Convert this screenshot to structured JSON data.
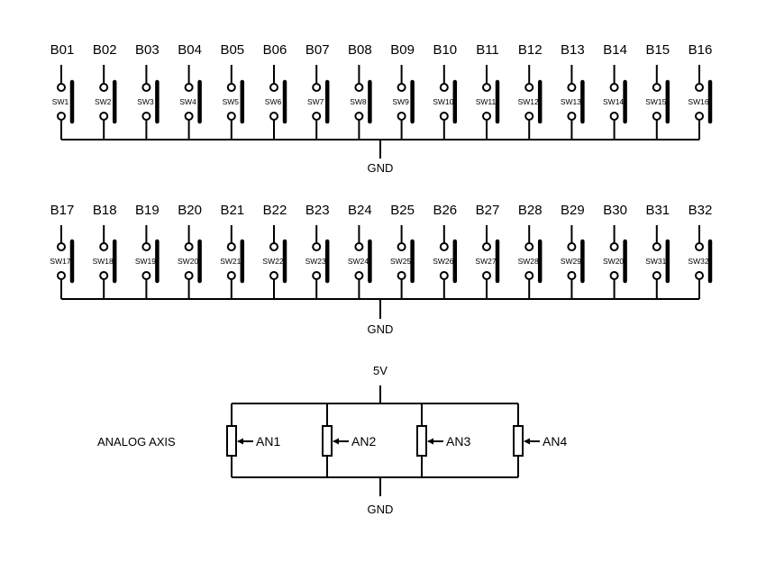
{
  "diagram": {
    "rows": [
      {
        "buttons": [
          "B01",
          "B02",
          "B03",
          "B04",
          "B05",
          "B06",
          "B07",
          "B08",
          "B09",
          "B10",
          "B11",
          "B12",
          "B13",
          "B14",
          "B15",
          "B16"
        ],
        "switches": [
          "SW1",
          "SW2",
          "SW3",
          "SW4",
          "SW5",
          "SW6",
          "SW7",
          "SW8",
          "SW9",
          "SW10",
          "SW11",
          "SW12",
          "SW13",
          "SW14",
          "SW15",
          "SW16"
        ],
        "ground_label": "GND"
      },
      {
        "buttons": [
          "B17",
          "B18",
          "B19",
          "B20",
          "B21",
          "B22",
          "B23",
          "B24",
          "B25",
          "B26",
          "B27",
          "B28",
          "B29",
          "B30",
          "B31",
          "B32"
        ],
        "switches": [
          "SW17",
          "SW18",
          "SW19",
          "SW20",
          "SW21",
          "SW22",
          "SW23",
          "SW24",
          "SW25",
          "SW26",
          "SW27",
          "SW28",
          "SW29",
          "SW20",
          "SW31",
          "SW32"
        ],
        "ground_label": "GND"
      }
    ],
    "analog": {
      "title": "ANALOG AXIS",
      "supply_label": "5V",
      "ground_label": "GND",
      "pots": [
        "AN1",
        "AN2",
        "AN3",
        "AN4"
      ]
    }
  }
}
